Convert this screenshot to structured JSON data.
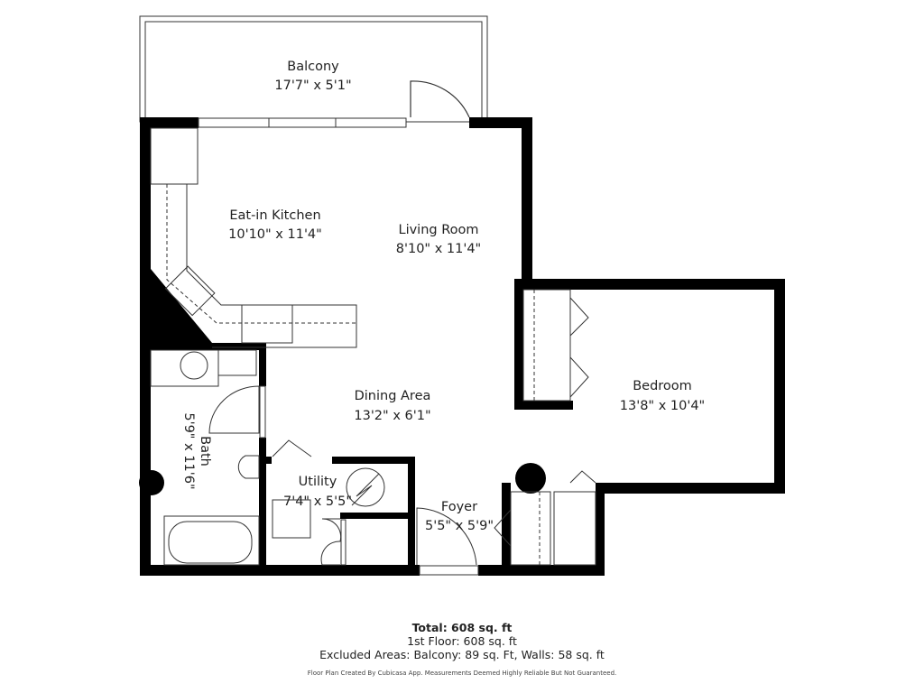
{
  "rooms": {
    "balcony": {
      "name": "Balcony",
      "dims": "17'7\" x 5'1\""
    },
    "kitchen": {
      "name": "Eat-in Kitchen",
      "dims": "10'10\" x 11'4\""
    },
    "living": {
      "name": "Living Room",
      "dims": "8'10\" x 11'4\""
    },
    "bedroom": {
      "name": "Bedroom",
      "dims": "13'8\" x 10'4\""
    },
    "dining": {
      "name": "Dining Area",
      "dims": "13'2\" x 6'1\""
    },
    "bath": {
      "name": "Bath",
      "dims": "5'9\" x 11'6\""
    },
    "utility": {
      "name": "Utility",
      "dims": "7'4\" x 5'5\""
    },
    "foyer": {
      "name": "Foyer",
      "dims": "5'5\" x 5'9\""
    }
  },
  "summary": {
    "total": "Total: 608 sq. ft",
    "floor": "1st Floor: 608 sq. ft",
    "excluded": "Excluded Areas: Balcony: 89 sq. Ft, Walls: 58 sq. ft",
    "disclaimer": "Floor Plan Created By Cubicasa App. Measurements Deemed Highly Reliable But Not Guaranteed."
  },
  "colors": {
    "wall": "#000000",
    "line": "#333333"
  }
}
